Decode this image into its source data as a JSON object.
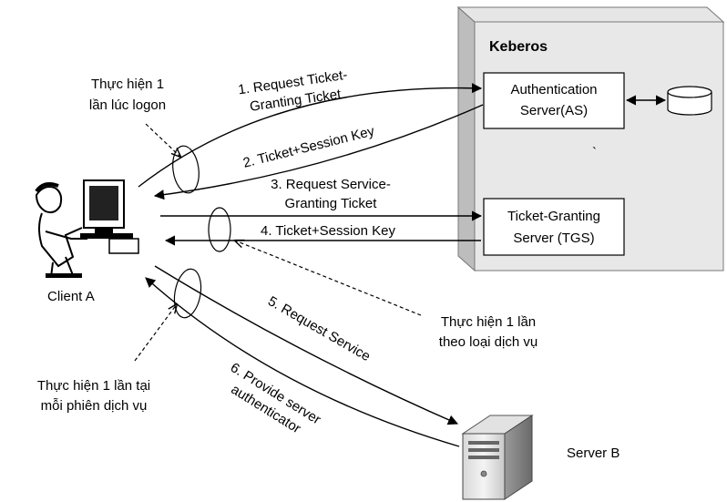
{
  "kerberos": {
    "title": "Keberos",
    "as_line1": "Authentication",
    "as_line2": "Server(AS)",
    "tgs_line1": "Ticket-Granting",
    "tgs_line2": "Server (TGS)",
    "stray_mark": "`"
  },
  "client": {
    "label": "Client A"
  },
  "server": {
    "label": "Server B"
  },
  "messages": {
    "m1_line1": "1. Request Ticket-",
    "m1_line2": "Granting Ticket",
    "m2": "2. Ticket+Session Key",
    "m3_line1": "3. Request Service-",
    "m3_line2": "Granting Ticket",
    "m4": "4. Ticket+Session Key",
    "m5": "5. Request Service",
    "m6_line1": "6. Provide server",
    "m6_line2": "authenticator"
  },
  "notes": {
    "logon_line1": "Thực hiện 1",
    "logon_line2": "lần lúc logon",
    "service_type_line1": "Thực hiện 1 lần",
    "service_type_line2": "theo loại dịch vụ",
    "session_line1": "Thực hiện 1 lần tại",
    "session_line2": "mỗi phiên dịch vụ"
  }
}
